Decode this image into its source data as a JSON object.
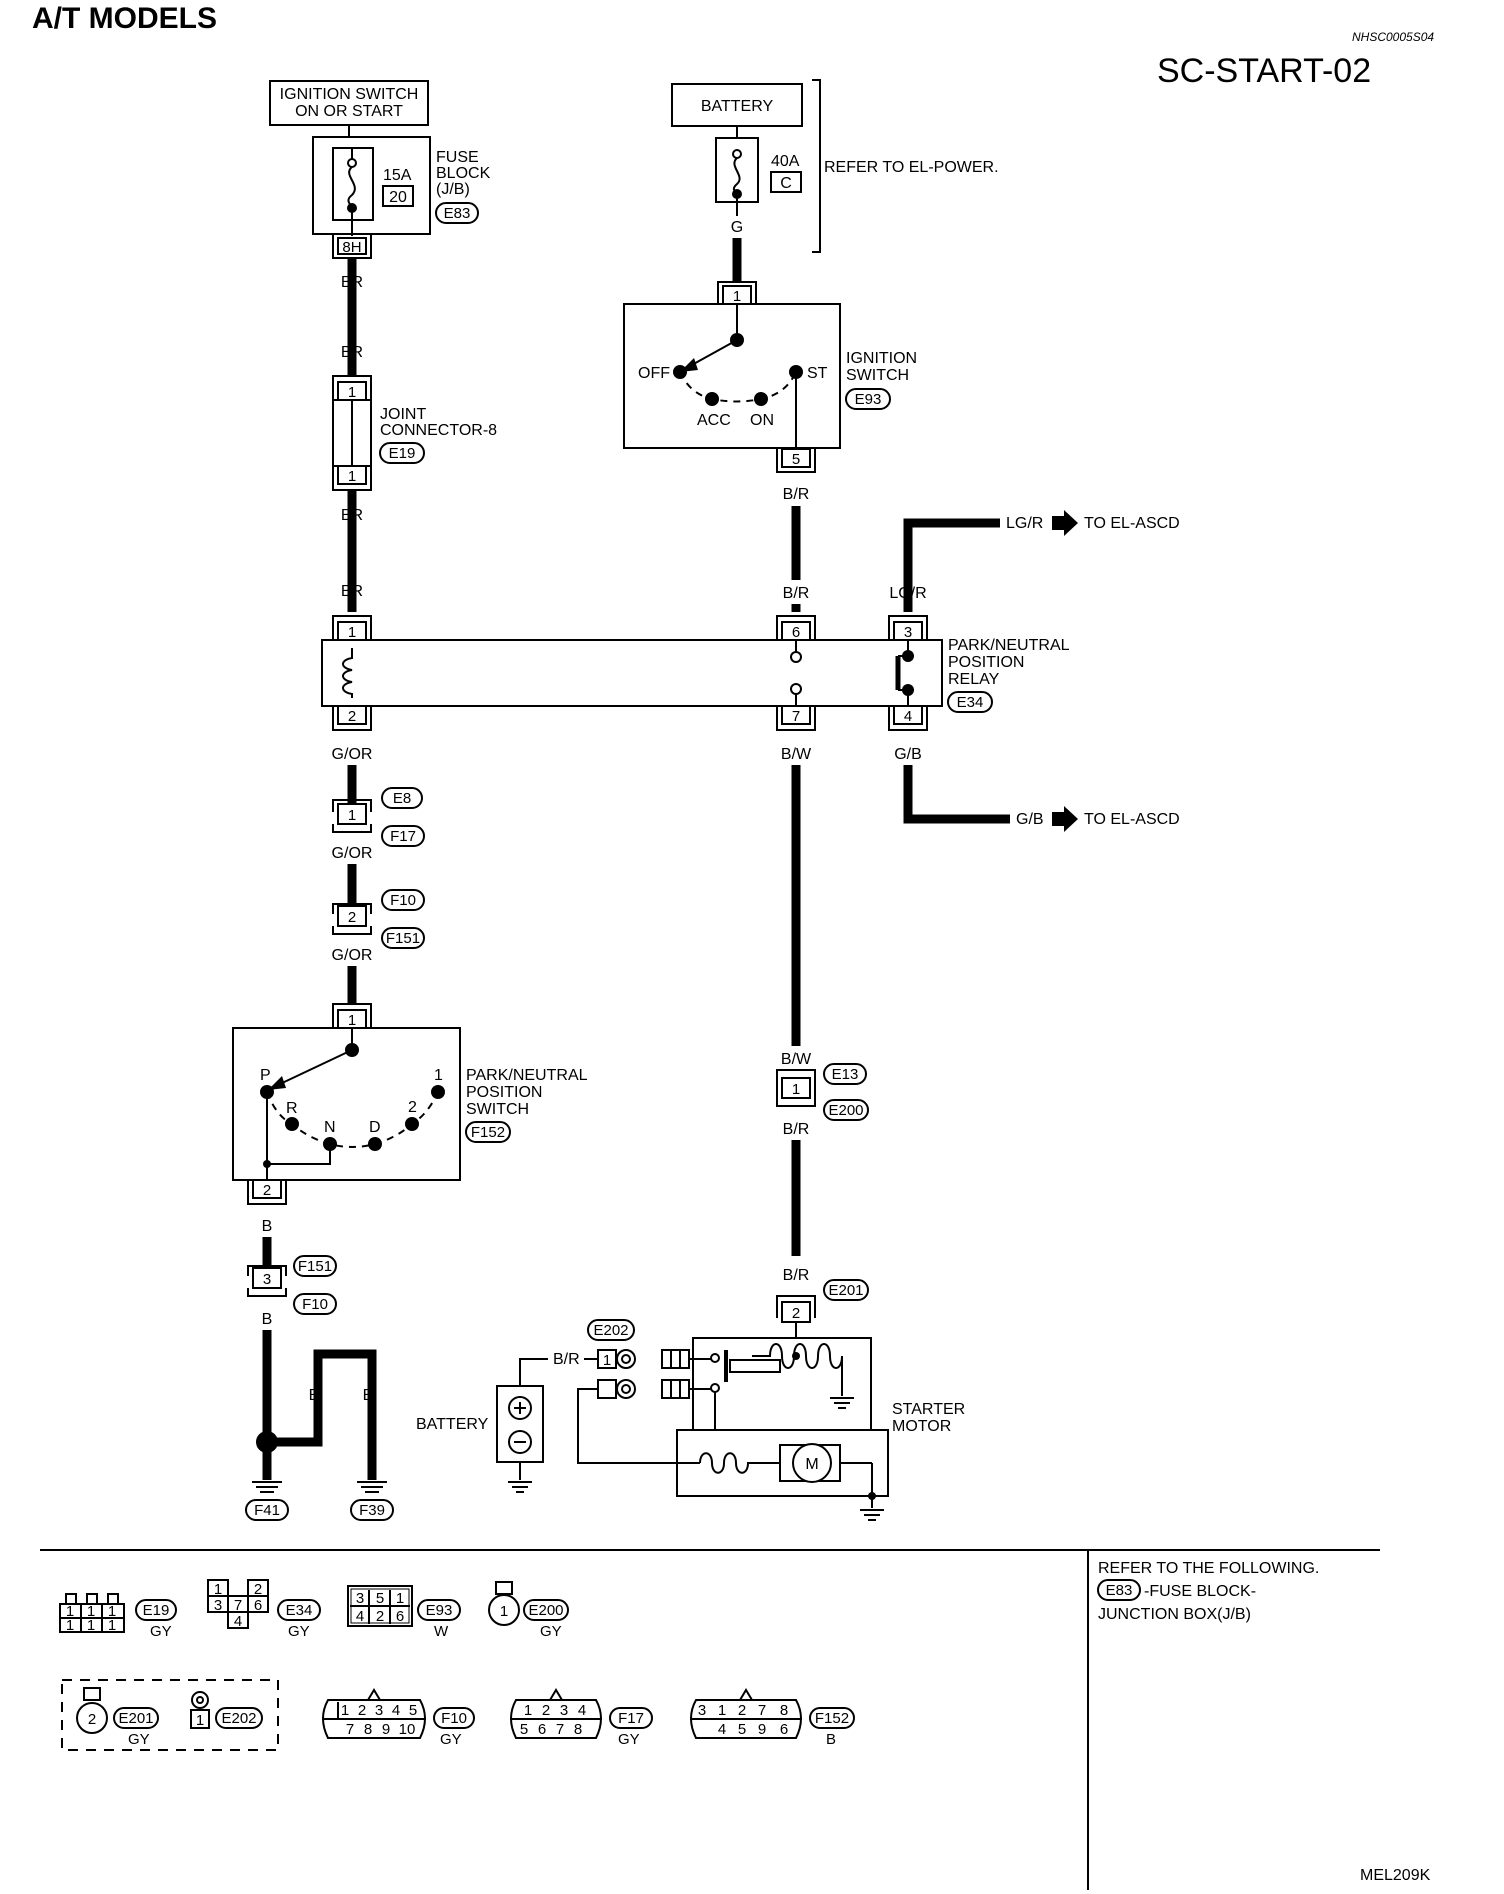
{
  "header": {
    "title": "A/T MODELS",
    "code": "NHSC0005S04",
    "diagram_id": "SC-START-02",
    "footer_id": "MEL209K"
  },
  "power": {
    "ign_source_line1": "IGNITION SWITCH",
    "ign_source_line2": "ON OR START",
    "battery_top": "BATTERY",
    "refer_el_power": "REFER TO EL-POWER."
  },
  "fuse_block": {
    "amp": "15A",
    "num": "20",
    "label1": "FUSE",
    "label2": "BLOCK",
    "label3": "(J/B)",
    "conn": "E83",
    "pin": "8H"
  },
  "fusible_link": {
    "amp": "40A",
    "letter": "C",
    "wire": "G"
  },
  "ignition_switch": {
    "label1": "IGNITION",
    "label2": "SWITCH",
    "conn": "E93",
    "off": "OFF",
    "acc": "ACC",
    "on": "ON",
    "st": "ST",
    "pin_in": "1",
    "pin_out": "5"
  },
  "joint_connector": {
    "label1": "JOINT",
    "label2": "CONNECTOR-8",
    "conn": "E19",
    "pin": "1"
  },
  "relay": {
    "label1": "PARK/NEUTRAL",
    "label2": "POSITION",
    "label3": "RELAY",
    "conn": "E34",
    "pins": [
      "1",
      "2",
      "6",
      "7",
      "3",
      "4"
    ]
  },
  "wires": {
    "br": "BR",
    "br2": "B/R",
    "lgr": "LG/R",
    "gor": "G/OR",
    "bw": "B/W",
    "gb": "G/B",
    "b": "B"
  },
  "to_ascd": "TO EL-ASCD",
  "connectors": {
    "e8": "E8",
    "f17": "F17",
    "f10": "F10",
    "f151": "F151",
    "e13": "E13",
    "e200": "E200",
    "e201": "E201",
    "e202": "E202",
    "f152": "F152",
    "f41": "F41",
    "f39": "F39",
    "pin1": "1",
    "pin2": "2",
    "pin3": "3"
  },
  "pnp_switch": {
    "label1": "PARK/NEUTRAL",
    "label2": "POSITION",
    "label3": "SWITCH",
    "p": "P",
    "r": "R",
    "n": "N",
    "d": "D",
    "two": "2",
    "one": "1"
  },
  "starter": {
    "label1": "STARTER",
    "label2": "MOTOR",
    "battery": "BATTERY",
    "m": "M"
  },
  "refer_box": {
    "line1": "REFER TO THE FOLLOWING.",
    "conn": "E83",
    "line2": "-FUSE BLOCK-",
    "line3": "JUNCTION BOX(J/B)"
  },
  "legend": {
    "e19_pins": [
      "1",
      "1",
      "1",
      "1",
      "1",
      "1"
    ],
    "e34_pins": [
      "1",
      "2",
      "3",
      "7",
      "6",
      "4"
    ],
    "e93_pins": [
      "3",
      "5",
      "1",
      "4",
      "2",
      "6"
    ],
    "f10_pins": [
      "1",
      "2",
      "3",
      "4",
      "5",
      "7",
      "8",
      "9",
      "10"
    ],
    "f17_pins": [
      "1",
      "2",
      "3",
      "4",
      "5",
      "6",
      "7",
      "8"
    ],
    "f152_pins": [
      "3",
      "1",
      "2",
      "7",
      "8",
      "4",
      "5",
      "9",
      "6"
    ],
    "gy": "GY",
    "w": "W",
    "b": "B"
  }
}
